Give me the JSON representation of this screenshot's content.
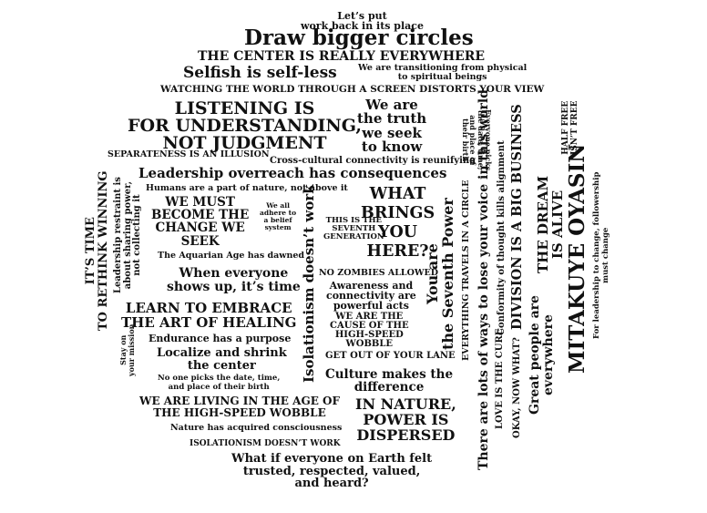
{
  "phrases": {
    "lets_put": "Let’s put\nwork back in its place",
    "draw_bigger": "Draw bigger circles",
    "center_everywhere": "THE CENTER IS REALLY EVERYWHERE",
    "selfish": "Selfish is self-less",
    "transitioning": "We are transitioning from physical\nto spiritual beings",
    "watching": "WATCHING THE WORLD THROUGH A SCREEN DISTORTS YOUR VIEW",
    "listening": "LISTENING IS\nFOR UNDERSTANDING,\nNOT JUDGMENT",
    "we_are_truth": "We are\nthe truth\nwe seek\nto know",
    "everyone_picks": "Everyone picks\nthe date, time,\nand place of\ntheir birth",
    "separateness": "SEPARATENESS IS AN ILLUSION",
    "cross_cultural": "Cross-cultural connectivity is reunifying",
    "leadership_overreach": "Leadership overreach has consequences",
    "humans_part": "Humans are a part of nature, not above it",
    "we_must": "WE MUST\nBECOME THE\nCHANGE WE\nSEEK",
    "we_all_adhere": "We all\nadhere to\na belief\nsystem",
    "aquarian": "The Aquarian Age has dawned",
    "isolationism_vert": "Isolationism doesn’t work",
    "seventh_generation": "THIS IS THE\nSEVENTH\nGENERATION",
    "what_brings": "WHAT\nBRINGS\nYOU\nHERE?",
    "you_are_seventh": "You are\nthe Seventh Power",
    "when_everyone": "When everyone\nshows up, it’s time",
    "no_zombies": "NO ZOMBIES ALLOWED",
    "awareness": "Awareness and\nconnectivity are\npowerful acts",
    "learn_embrace": "LEARN TO EMBRACE\nTHE ART OF HEALING",
    "cause_wobble": "WE ARE THE\nCAUSE OF THE\nHIGH-SPEED\nWOBBLE",
    "endurance": "Endurance has a purpose",
    "get_out": "GET OUT OF YOUR LANE",
    "localize": "Localize and shrink\nthe center",
    "stay_mission": "Stay on\nyour mission",
    "no_one_picks": "No one picks the date, time,\nand place of their birth",
    "culture": "Culture makes the\ndifference",
    "living_age": "WE ARE LIVING IN THE AGE OF\nTHE HIGH-SPEED WOBBLE",
    "in_nature": "IN NATURE,\nPOWER IS\nDISPERSED",
    "nature_acquired": "Nature has acquired consciousness",
    "isolationism_caps": "ISOLATIONISM DOESN’T WORK",
    "what_if": "What if everyone on Earth felt\ntrusted, respected, valued,\nand heard?",
    "its_time": "IT’S TIME\nTO RETHINK WINNING",
    "leadership_restraint": "Leadership restraint is\nabout sharing power,\nnot collecting it",
    "everything_travels": "EVERYTHING TRAVELS IN A CIRCLE",
    "lots_of_ways": "There are lots of ways to lose your voice in this world",
    "love_cure": "LOVE IS THE CURE",
    "conformity": "Conformity of thought kills alignment",
    "okay_now": "OKAY, NOW WHAT?",
    "division": "DIVISION IS A BIG BUSINESS",
    "great_people": "Great people are\neverywhere",
    "the_dream": "THE DREAM\nIS ALIVE",
    "half_free": "HALF FREE\nISN’T FREE",
    "mitakuye": "MITAKUYE OYASIN",
    "for_leadership": "For leadership to change, followership\nmust change"
  }
}
